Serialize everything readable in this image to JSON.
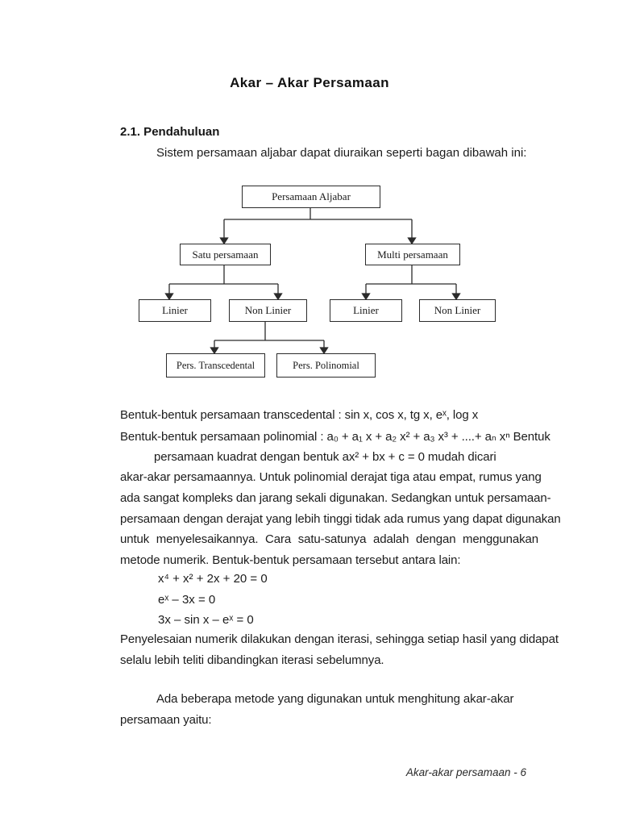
{
  "page": {
    "title": "Akar – Akar Persamaan",
    "section_heading": "2.1. Pendahuluan",
    "intro": "Sistem persamaan aljabar dapat diuraikan seperti bagan dibawah  ini:",
    "footer": "Akar-akar persamaan - 6"
  },
  "diagram": {
    "nodes": [
      {
        "id": "persamaan-aljabar",
        "label": "Persamaan Aljabar"
      },
      {
        "id": "satu-persamaan",
        "label": "Satu persamaan"
      },
      {
        "id": "multi-persamaan",
        "label": "Multi persamaan"
      },
      {
        "id": "linier-left",
        "label": "Linier"
      },
      {
        "id": "non-linier-left",
        "label": "Non Linier"
      },
      {
        "id": "linier-right",
        "label": "Linier"
      },
      {
        "id": "non-linier-right",
        "label": "Non Linier"
      },
      {
        "id": "pers-transcedental",
        "label": "Pers. Transcedental"
      },
      {
        "id": "pers-polinomial",
        "label": "Pers. Polinomial"
      }
    ]
  },
  "body": {
    "lines": [
      "Bentuk-bentuk persamaan transcedental : sin x, cos x, tg x, eˣ, log  x",
      "Bentuk-bentuk persamaan polinomial : a₀ + a₁ x + a₂ x² + a₃ x³ + ....+ aₙ xⁿ Bentuk",
      "persamaan kuadrat dengan bentuk ax² + bx + c = 0 mudah dicari",
      "akar-akar persamaannya. Untuk polinomial derajat tiga atau empat, rumus yang",
      "ada sangat kompleks dan jarang sekali digunakan. Sedangkan untuk persamaan-",
      "persamaan dengan derajat yang lebih tinggi tidak ada rumus yang dapat digunakan",
      "untuk menyelesaikannya. Cara satu-satunya adalah dengan menggunakan",
      "metode numerik. Bentuk-bentuk persamaan tersebut antara lain:",
      "x⁴ + x² + 2x + 20 = 0",
      "eˣ – 3x = 0",
      "3x – sin x – eˣ = 0",
      "Penyelesaian numerik dilakukan dengan iterasi, sehingga setiap hasil yang didapat",
      "selalu lebih teliti dibandingkan iterasi sebelumnya.",
      "Ada beberapa metode yang digunakan untuk menghitung akar-akar",
      "persamaan yaitu:"
    ]
  },
  "colors": {
    "text": "#1c1c1c",
    "line": "#2b2b2b",
    "background": "#ffffff"
  }
}
